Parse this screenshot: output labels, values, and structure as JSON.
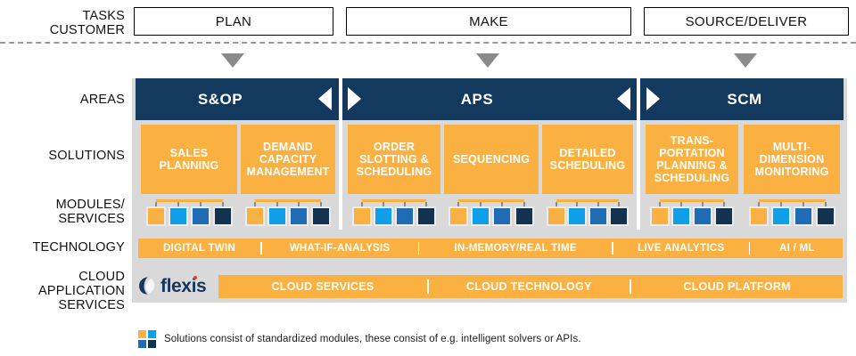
{
  "palette": {
    "navy": "#133a5e",
    "orange": "#fbb042",
    "light_blue": "#0f9fe8",
    "mid_blue": "#1f6cb4",
    "dark_navy": "#12324f",
    "panel_gray": "#d9d9d9",
    "logo_navy": "#17365d",
    "logo_dot_red": "#e8412a"
  },
  "row_labels": {
    "tasks": "TASKS\nCUSTOMER",
    "areas": "AREAS",
    "solutions": "SOLUTIONS",
    "modules": "MODULES/\nSERVICES",
    "technology": "TECHNOLOGY",
    "cloud": "CLOUD\nAPPLICATION\nSERVICES"
  },
  "tasks": [
    {
      "label": "PLAN"
    },
    {
      "label": "MAKE"
    },
    {
      "label": "SOURCE/DELIVER"
    }
  ],
  "areas": [
    {
      "label": "S&OP"
    },
    {
      "label": "APS"
    },
    {
      "label": "SCM"
    }
  ],
  "solutions": [
    {
      "label": "SALES\nPLANNING",
      "modules": [
        "orange",
        "light_blue",
        "mid_blue",
        "dark_navy"
      ]
    },
    {
      "label": "DEMAND\nCAPACITY\nMANAGEMENT",
      "modules": [
        "orange",
        "light_blue",
        "mid_blue",
        "dark_navy"
      ]
    },
    {
      "label": "ORDER\nSLOTTING &\nSCHEDULING",
      "modules": [
        "orange",
        "light_blue",
        "mid_blue",
        "dark_navy"
      ]
    },
    {
      "label": "SEQUENCING",
      "modules": [
        "orange",
        "light_blue",
        "mid_blue",
        "dark_navy"
      ]
    },
    {
      "label": "DETAILED\nSCHEDULING",
      "modules": [
        "orange",
        "light_blue",
        "mid_blue",
        "dark_navy"
      ]
    },
    {
      "label": "TRANS-\nPORTATION\nPLANNING &\nSCHEDULING",
      "modules": [
        "orange",
        "light_blue",
        "mid_blue",
        "dark_navy"
      ]
    },
    {
      "label": "MULTI-\nDIMENSION\nMONITORING",
      "modules": [
        "orange",
        "light_blue",
        "mid_blue",
        "dark_navy"
      ]
    }
  ],
  "technology": [
    {
      "label": "DIGITAL TWIN"
    },
    {
      "label": "WHAT-IF-ANALYSIS"
    },
    {
      "label": "IN-MEMORY/REAL TIME"
    },
    {
      "label": "LIVE ANALYTICS"
    },
    {
      "label": "AI / ML"
    }
  ],
  "cloud": {
    "logo_text": "flexis",
    "segments": [
      {
        "label": "CLOUD SERVICES"
      },
      {
        "label": "CLOUD TECHNOLOGY"
      },
      {
        "label": "CLOUD PLATFORM"
      }
    ]
  },
  "legend": {
    "text": "Solutions consist of standardized modules, these consist of e.g. intelligent solvers or APIs.",
    "colors": [
      "orange",
      "light_blue",
      "mid_blue",
      "dark_navy"
    ]
  }
}
